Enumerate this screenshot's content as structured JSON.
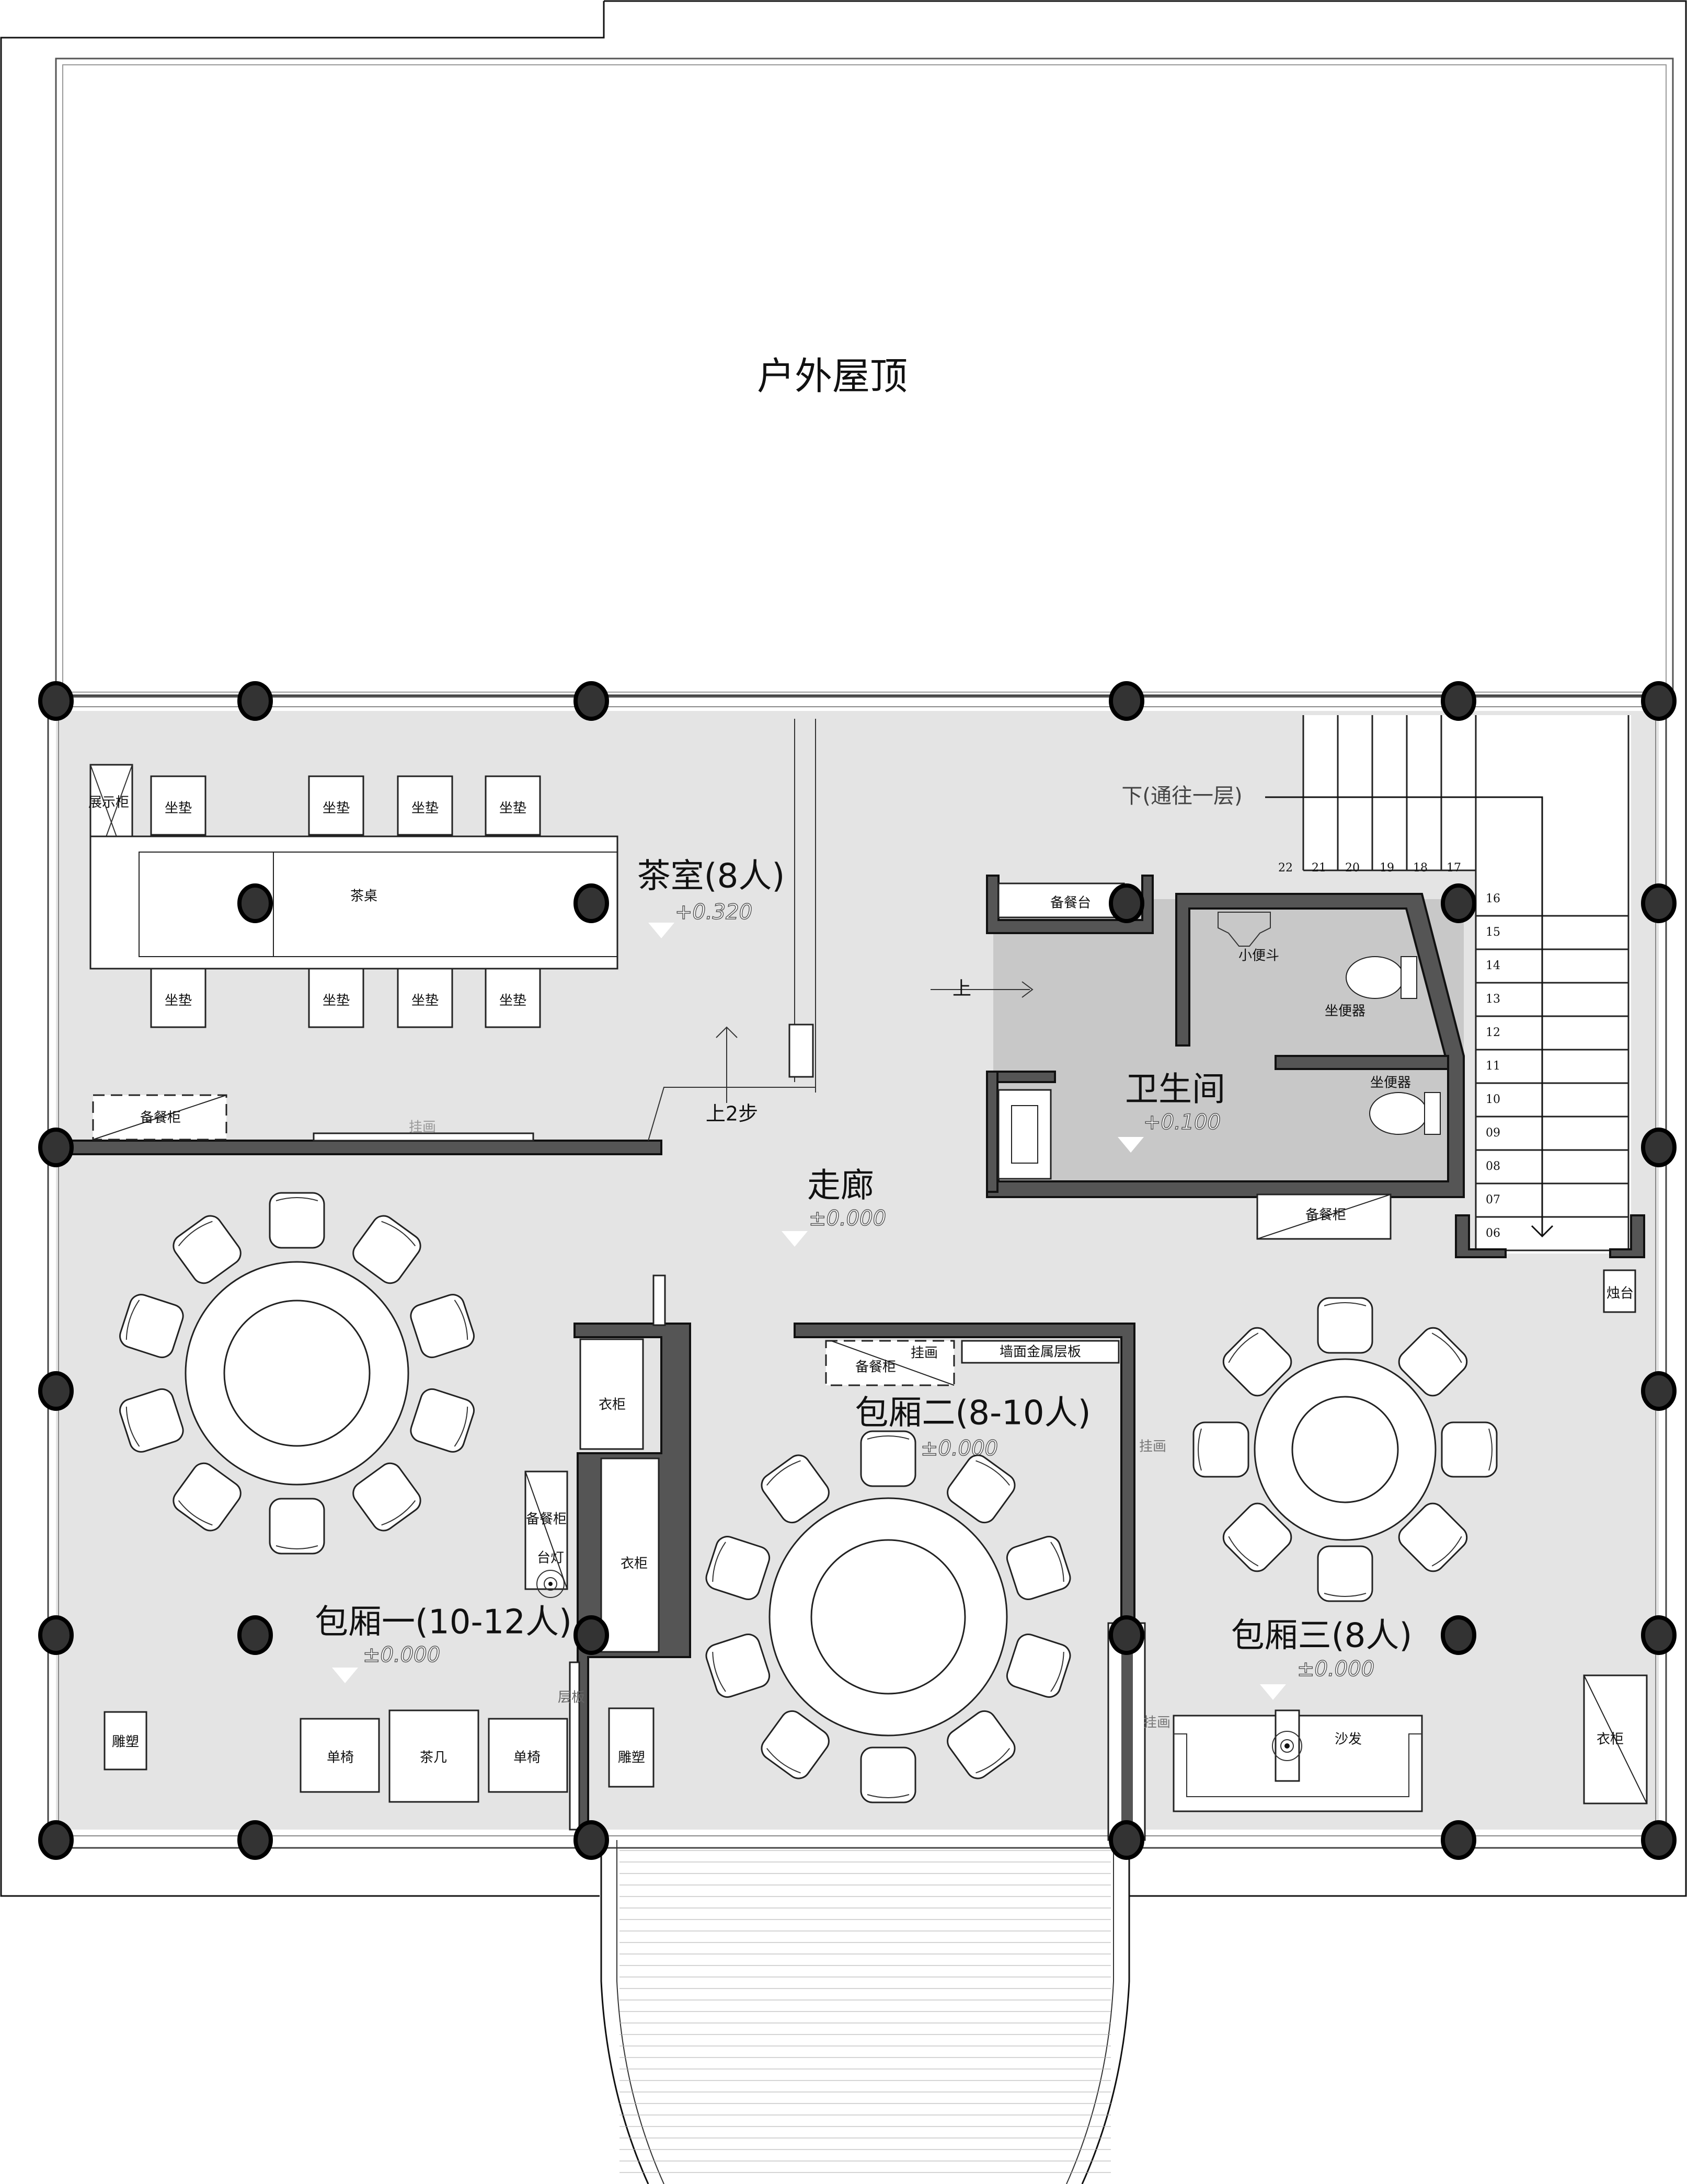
{
  "rooms": {
    "roof": "户外屋顶",
    "tea_room": "茶室(8人)",
    "tea_room_elev": "+0.320",
    "corridor": "走廊",
    "corridor_elev": "±0.000",
    "restroom": "卫生间",
    "restroom_elev": "+0.100",
    "room1": "包厢一(10-12人)",
    "room1_elev": "±0.000",
    "room2": "包厢二(8-10人)",
    "room2_elev": "±0.000",
    "room3": "包厢三(8人)",
    "room3_elev": "±0.000"
  },
  "annotations": {
    "stairs_down": "下(通往一层)",
    "up": "上",
    "up_two_steps": "上2步"
  },
  "furniture": {
    "display_cabinet": "展示柜",
    "cushion": "坐垫",
    "tea_table": "茶桌",
    "sideboard": "备餐柜",
    "painting": "挂画",
    "serving_counter": "备餐台",
    "urinal": "小便斗",
    "toilet": "坐便器",
    "candle_stand": "烛台",
    "wardrobe": "衣柜",
    "table_lamp": "台灯",
    "metal_shelf": "墙面金属层板",
    "shelf": "层板",
    "sculpture": "雕塑",
    "armchair": "单椅",
    "coffee_table": "茶几",
    "sofa": "沙发"
  },
  "stair_numbers": {
    "top_row": [
      "22",
      "21",
      "20",
      "19",
      "18",
      "17"
    ],
    "side_column": [
      "16",
      "15",
      "14",
      "13",
      "12",
      "11",
      "10",
      "09",
      "08",
      "07",
      "06"
    ]
  },
  "colors": {
    "floor": "#e4e4e4",
    "restroom_floor": "#c8c8c8",
    "wall": "#555555",
    "column": "#333333"
  }
}
